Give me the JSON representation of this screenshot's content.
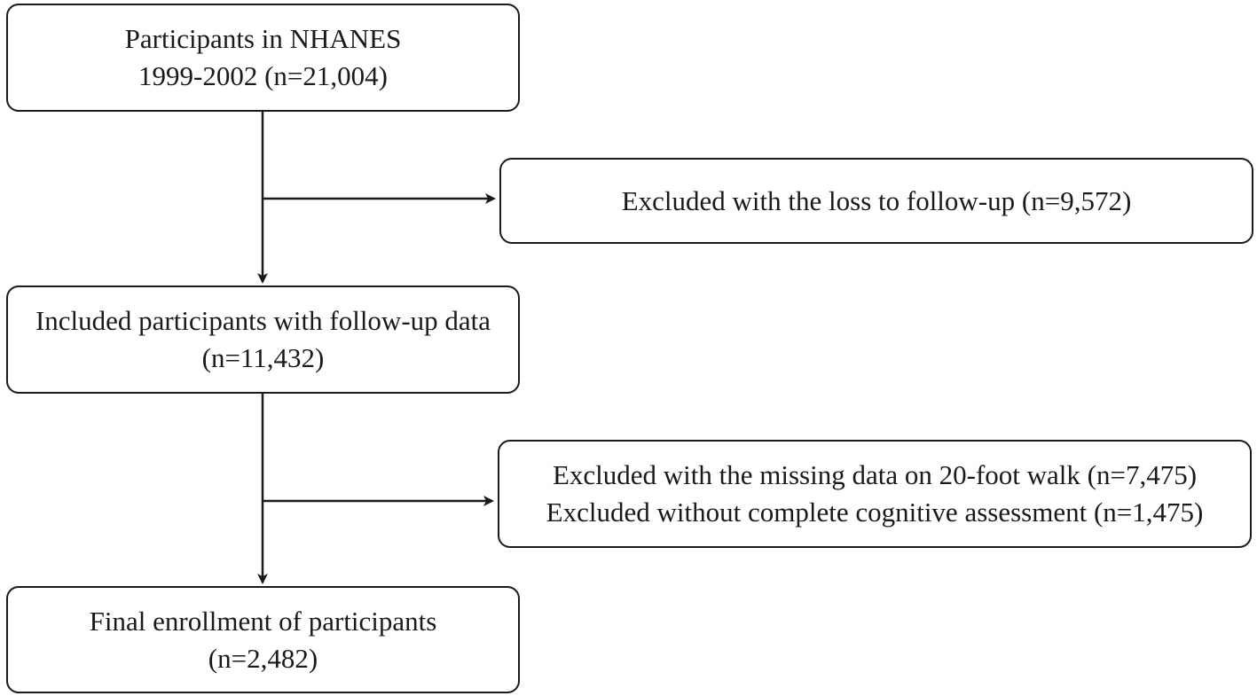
{
  "flowchart": {
    "start_box": {
      "line1": "Participants in NHANES",
      "line2": "1999-2002 (n=21,004)"
    },
    "exclusion_1": {
      "line1": "Excluded with the loss to follow-up (n=9,572)"
    },
    "included_box": {
      "line1": "Included participants with follow-up data",
      "line2": "(n=11,432)"
    },
    "exclusion_2": {
      "line1": "Excluded with the missing data on 20-foot walk (n=7,475)",
      "line2": "Excluded without complete cognitive assessment (n=1,475)"
    },
    "final_box": {
      "line1": "Final enrollment of participants",
      "line2": "(n=2,482)"
    }
  },
  "colors": {
    "line": "#1a1a1a",
    "background": "#ffffff"
  }
}
